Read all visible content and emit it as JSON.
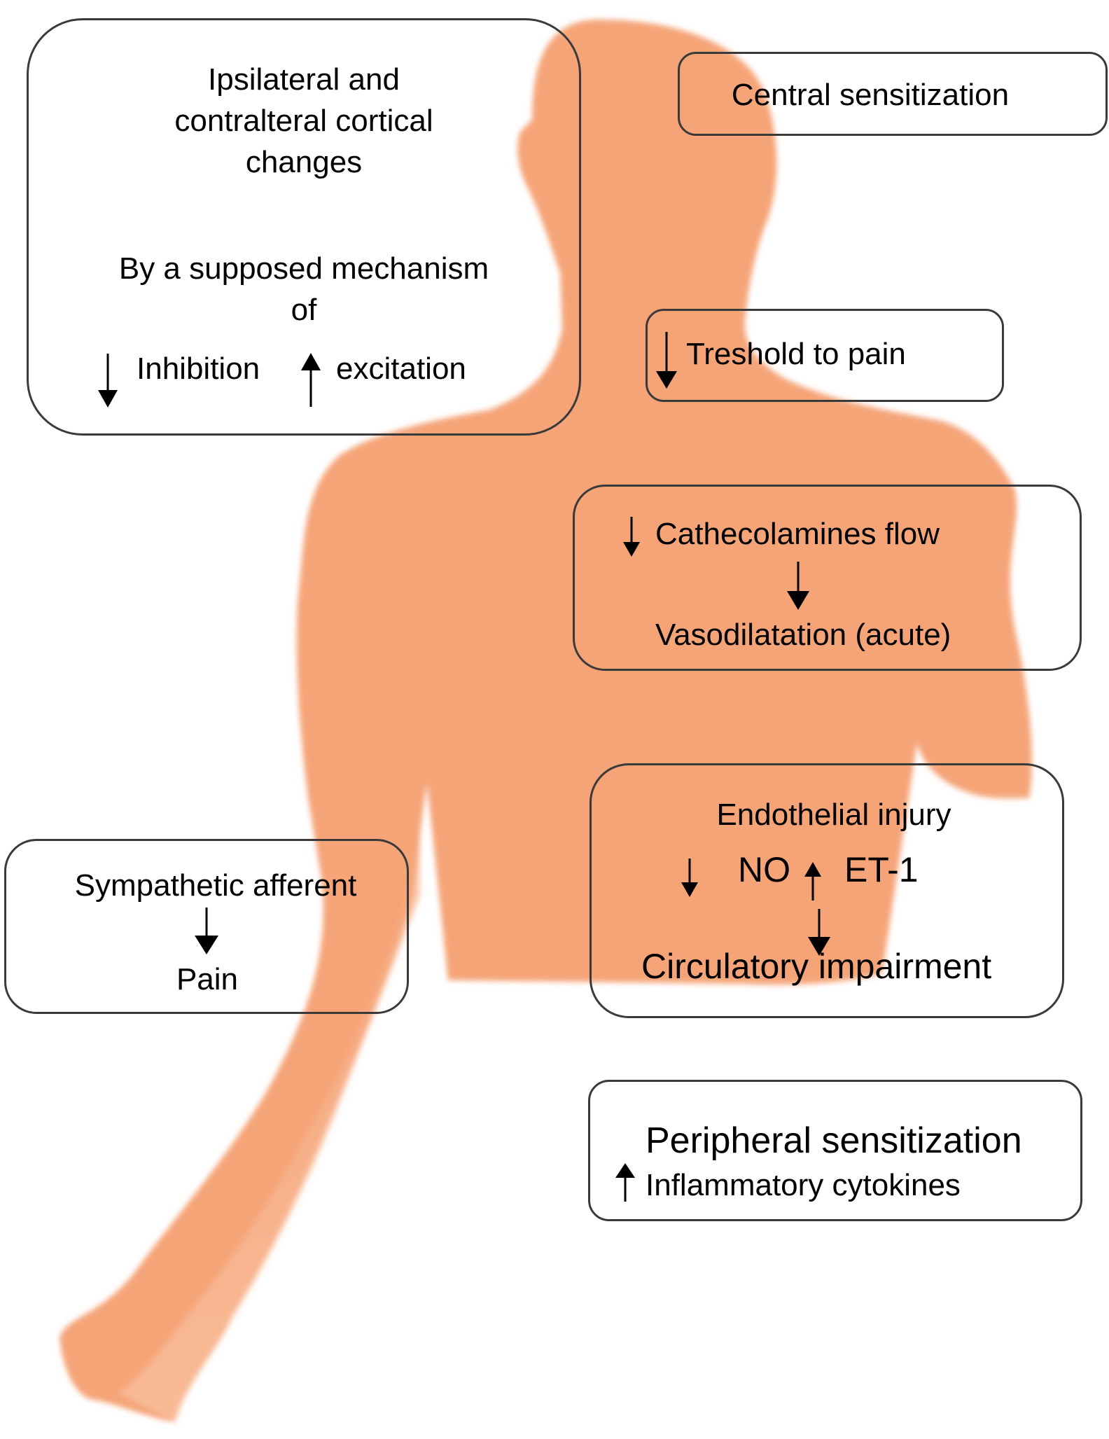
{
  "colors": {
    "body_fill": "#F5A478",
    "body_light": "#F9C4A3",
    "border": "#3a3a3a"
  },
  "cortical_box": {
    "line1": "Ipsilateral and",
    "line2": "contralteral cortical",
    "line3": "changes",
    "mechanism_line1": "By a supposed mechanism",
    "mechanism_line2": "of",
    "inhibition": "Inhibition",
    "excitation": "excitation"
  },
  "central_sensitization": {
    "label": "Central sensitization"
  },
  "threshold_box": {
    "label": "Treshold to pain"
  },
  "catecholamines_box": {
    "line1": "Cathecolamines flow",
    "line2": "Vasodilatation (acute)"
  },
  "endothelial_box": {
    "title": "Endothelial injury",
    "no": "NO",
    "et1": "ET-1",
    "result": "Circulatory impairment"
  },
  "sympathetic_box": {
    "line1": "Sympathetic afferent",
    "line2": "Pain"
  },
  "peripheral_box": {
    "line1": "Peripheral sensitization",
    "line2": "Inflammatory cytokines"
  }
}
